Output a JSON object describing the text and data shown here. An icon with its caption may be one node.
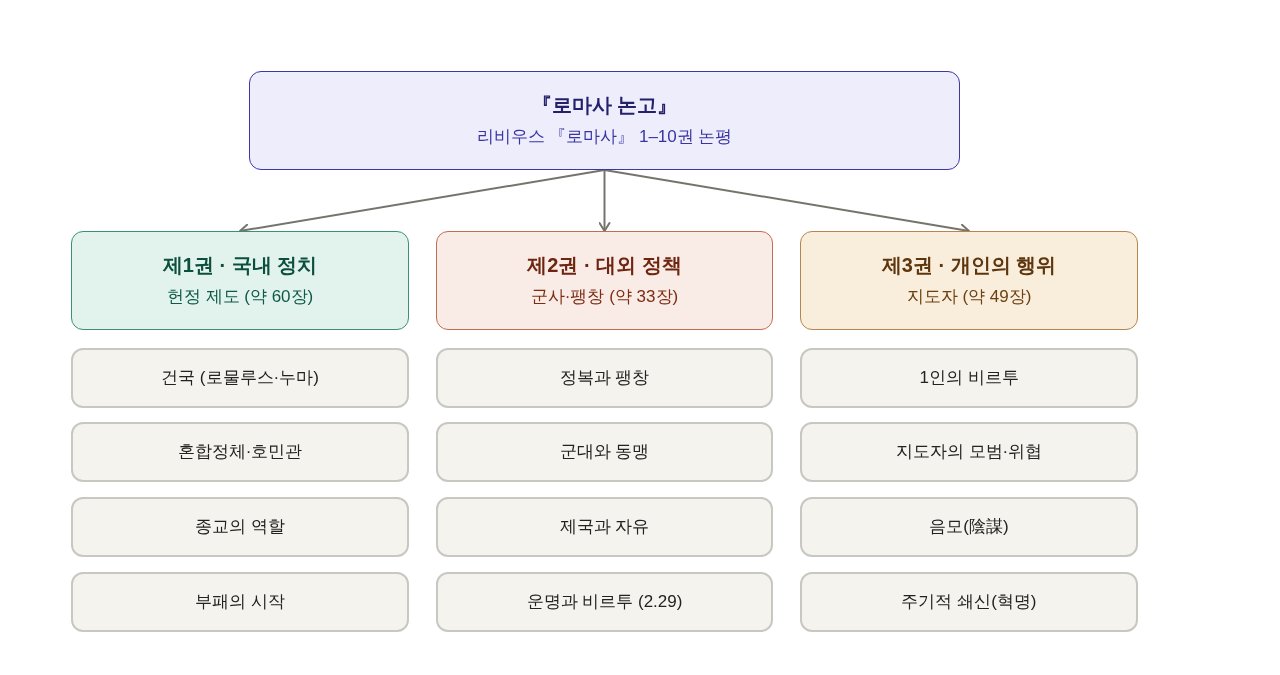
{
  "diagram": {
    "nodes": [
      {
        "text": [
          "『로마사 논고』",
          "리비우스 『로마사』 1–10권 논평"
        ]
      },
      {
        "text": [
          "제1권 · 국내 정치",
          "헌정 제도 (약 60장)"
        ]
      },
      {
        "text": [
          "제2권 · 대외 정책",
          "군사·팽창 (약 33장)"
        ]
      },
      {
        "text": [
          "제3권 · 개인의 행위",
          "지도자 (약 49장)"
        ]
      },
      {
        "text": [
          "건국 (로물루스·누마)"
        ]
      },
      {
        "text": [
          "혼합정체·호민관"
        ]
      },
      {
        "text": [
          "종교의 역할"
        ]
      },
      {
        "text": [
          "부패의 시작"
        ]
      },
      {
        "text": [
          "정복과 팽창"
        ]
      },
      {
        "text": [
          "군대와 동맹"
        ]
      },
      {
        "text": [
          "제국과 자유"
        ]
      },
      {
        "text": [
          "운명과 비르투 (2.29)"
        ]
      },
      {
        "text": [
          "1인의 비르투"
        ]
      },
      {
        "text": [
          "지도자의 모범·위협"
        ]
      },
      {
        "text": [
          "음모(陰謀)"
        ]
      },
      {
        "text": [
          "주기적 쇄신(혁명)"
        ]
      }
    ],
    "edges": [
      {
        "from": 0,
        "to": 1,
        "arrow": "to"
      },
      {
        "from": 0,
        "to": 2,
        "arrow": "to"
      },
      {
        "from": 0,
        "to": 3,
        "arrow": "to"
      }
    ]
  }
}
